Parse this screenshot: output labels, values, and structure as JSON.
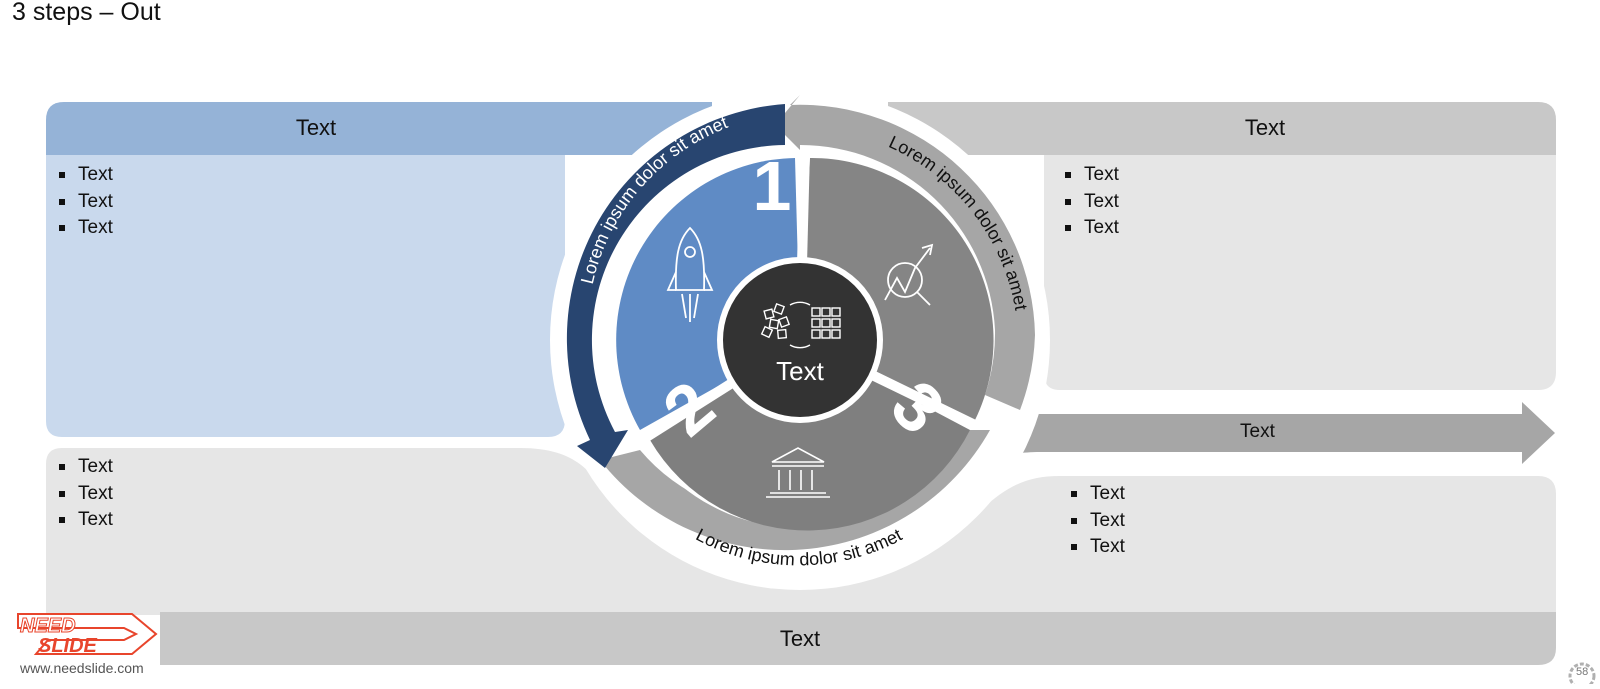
{
  "slide_title": "3 steps – Out",
  "panels": {
    "top_left": {
      "header": "Text",
      "bullets": [
        "Text",
        "Text",
        "Text"
      ],
      "color": "#95b3d7",
      "body_color": "#c9d9ed"
    },
    "top_right": {
      "header": "Text",
      "bullets": [
        "Text",
        "Text",
        "Text"
      ],
      "color": "#c8c8c8",
      "body_color": "#e6e6e6"
    },
    "bottom_left": {
      "bullets": [
        "Text",
        "Text",
        "Text"
      ],
      "color": "#e6e6e6"
    },
    "bottom_right": {
      "arrow_label": "Text",
      "bullets": [
        "Text",
        "Text",
        "Text"
      ],
      "color": "#a6a6a6"
    },
    "bottom_bar": {
      "label": "Text",
      "color": "#c8c8c8"
    }
  },
  "cycle": {
    "center_label": "Text",
    "arrow_texts": [
      "Lorem ipsum dolor sit amet",
      "Lorem ipsum dolor sit amet",
      "Lorem ipsum dolor sit amet"
    ],
    "segments": [
      {
        "number": "1",
        "icon": "rocket-icon",
        "color": "#5f8bc5"
      },
      {
        "number": "2",
        "icon": "bank-icon",
        "color": "#7f7f7f"
      },
      {
        "number": "3",
        "icon": "analytics-icon",
        "color": "#858585"
      }
    ],
    "colors": {
      "dark_arrow": "#284570",
      "grey_arrow": "#a6a6a6",
      "center": "#333333"
    }
  },
  "logo": {
    "line1": "NEED",
    "line2": "SLIDE",
    "url": "www.needslide.com"
  },
  "page_number": "58"
}
